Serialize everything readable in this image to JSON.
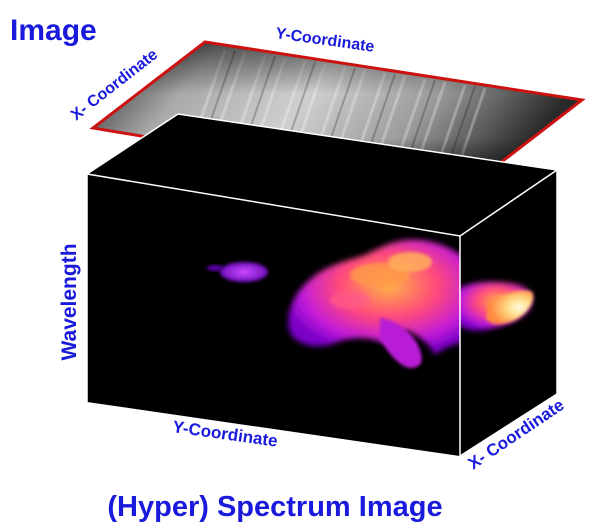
{
  "labels": {
    "image_title": "Image",
    "slice_x_axis": "X- Coordinate",
    "slice_y_axis": "Y-Coordinate",
    "cube_wavelength_axis": "Wavelength",
    "cube_y_axis": "Y-Coordinate",
    "cube_x_axis": "X- Coordinate",
    "main_caption": "(Hyper) Spectrum Image"
  },
  "colors": {
    "label_text": "#1a1adc",
    "slice_border": "#cc1111",
    "cube_face": "#000000",
    "cube_edges": "#ffffff",
    "spectrum_low": "#8a00cc",
    "spectrum_mid": "#ff2277",
    "spectrum_high": "#ffcc55",
    "background": "#ffffff"
  }
}
